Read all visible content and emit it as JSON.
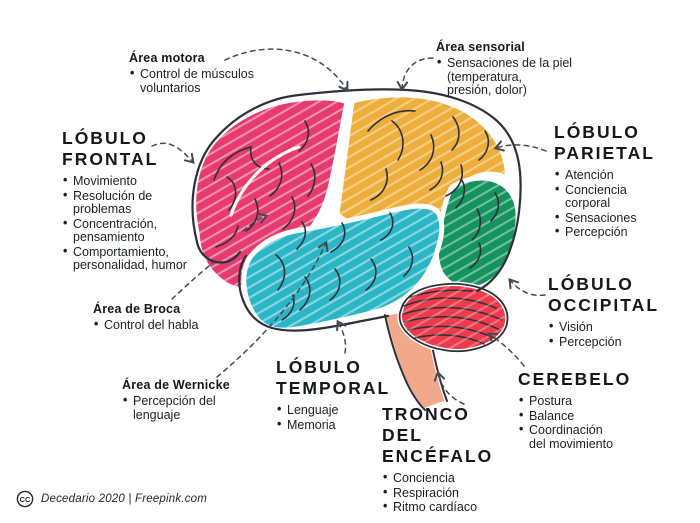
{
  "labels": {
    "area_motora": {
      "title": "Área motora",
      "items": [
        "Control de músculos\nvoluntarios"
      ]
    },
    "area_sensorial": {
      "title": "Área sensorial",
      "items": [
        "Sensaciones de la piel\n(temperatura,\npresión, dolor)"
      ]
    },
    "lobulo_frontal": {
      "title": "LÓBULO\nFRONTAL",
      "items": [
        "Movimiento",
        "Resolución de\nproblemas",
        "Concentración,\npensamiento",
        "Comportamiento,\npersonalidad, humor"
      ]
    },
    "lobulo_parietal": {
      "title": "LÓBULO\nPARIETAL",
      "items": [
        "Atención",
        "Conciencia\ncorporal",
        "Sensaciones",
        "Percepción"
      ]
    },
    "lobulo_occipital": {
      "title": "LÓBULO\nOCCIPITAL",
      "items": [
        "Visión",
        "Percepción"
      ]
    },
    "lobulo_temporal": {
      "title": "LÓBULO\nTEMPORAL",
      "items": [
        "Lenguaje",
        "Memoria"
      ]
    },
    "tronco": {
      "title": "TRONCO DEL\nENCÉFALO",
      "items": [
        "Conciencia",
        "Respiración",
        "Ritmo cardíaco"
      ]
    },
    "cerebelo": {
      "title": "CEREBELO",
      "items": [
        "Postura",
        "Balance",
        "Coordinación\ndel movimiento"
      ]
    },
    "area_broca": {
      "title": "Área de Broca",
      "items": [
        "Control del habla"
      ]
    },
    "area_wernicke": {
      "title": "Área de Wernicke",
      "items": [
        "Percepción del\nlenguaje"
      ]
    }
  },
  "brain": {
    "colors": {
      "frontal": "#e73a6e",
      "parietal": "#eeae3b",
      "temporal": "#2bb6c8",
      "occipital": "#15935e",
      "cerebellum": "#ee3a4b",
      "brainstem": "#f2a98b",
      "outline": "#2c3038",
      "arrow": "#444a52"
    }
  },
  "footer": {
    "cc_text": "CC",
    "credit": "Decedario 2020 | Freepink.com"
  }
}
